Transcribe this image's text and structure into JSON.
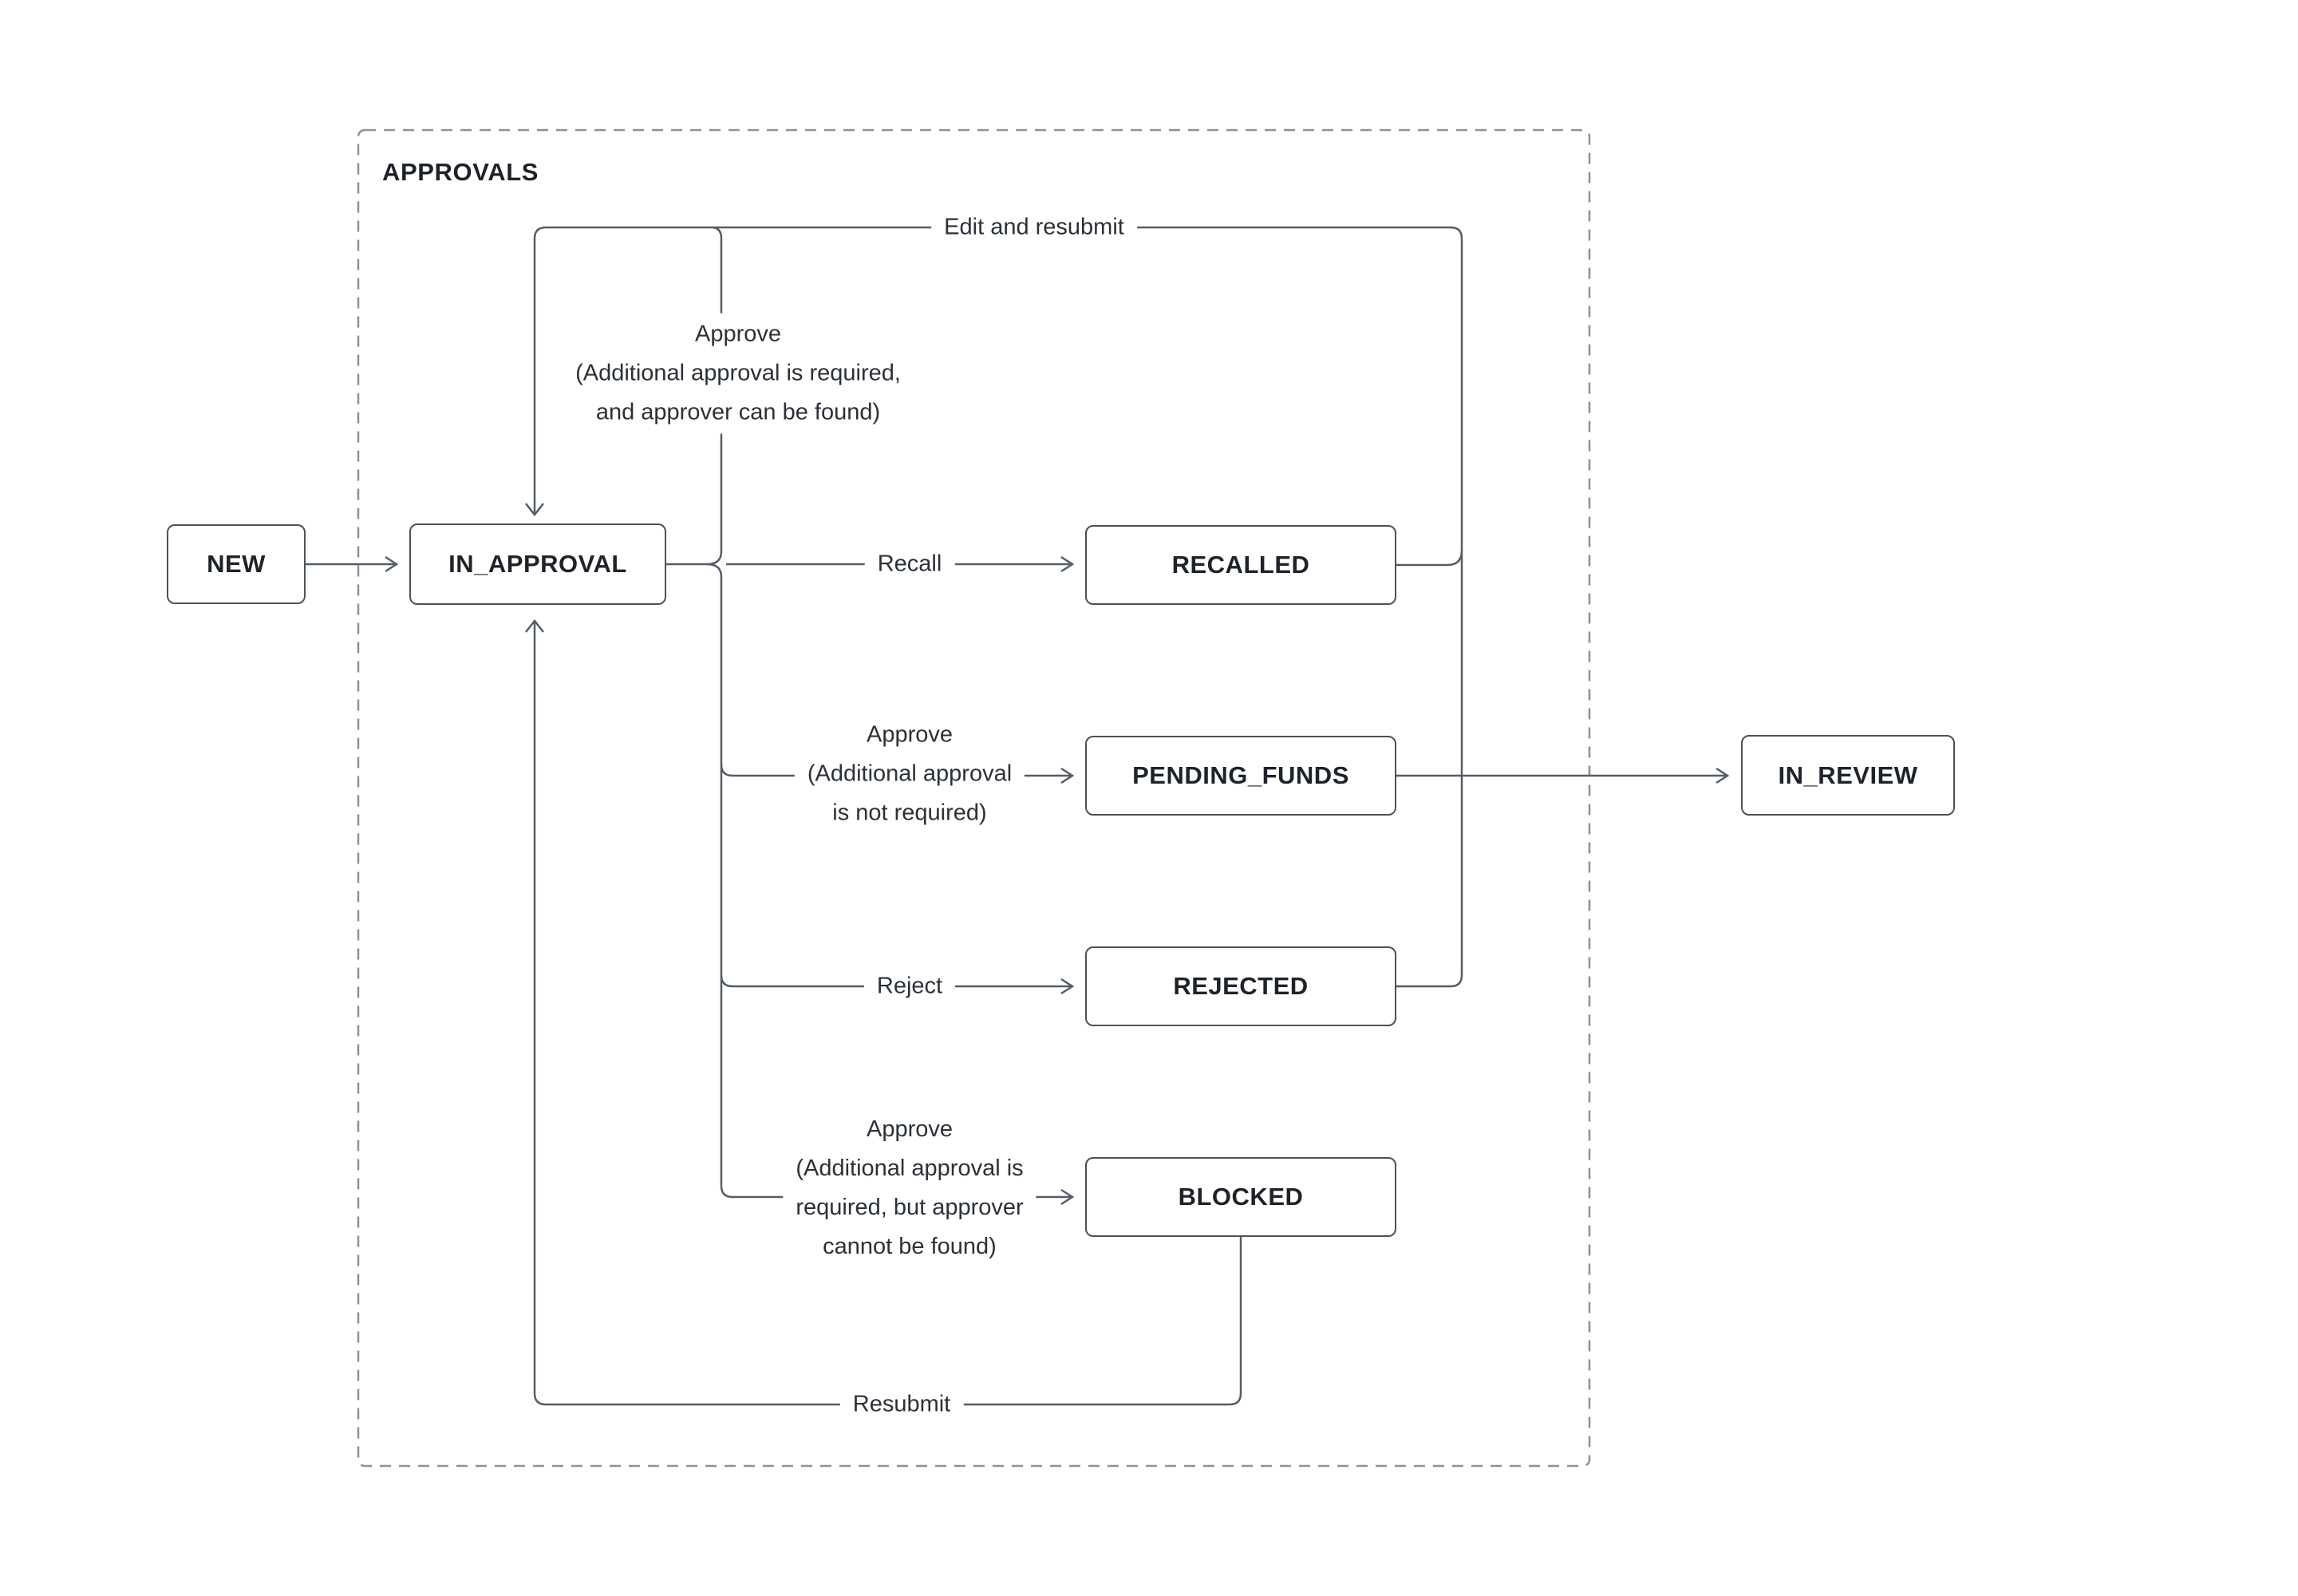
{
  "group": {
    "label": "APPROVALS"
  },
  "nodes": {
    "new": "NEW",
    "in_approval": "IN_APPROVAL",
    "recalled": "RECALLED",
    "pending_funds": "PENDING_FUNDS",
    "rejected": "REJECTED",
    "blocked": "BLOCKED",
    "in_review": "IN_REVIEW"
  },
  "transitions": {
    "edit_and_resubmit": "Edit and resubmit",
    "approve_loop": [
      "Approve",
      "(Additional approval is required,",
      "and approver can be found)"
    ],
    "recall": "Recall",
    "approve_no_additional": [
      "Approve",
      "(Additional approval",
      "is not required)"
    ],
    "reject": "Reject",
    "approve_blocked": [
      "Approve",
      "(Additional approval is",
      "required, but approver",
      "cannot be found)"
    ],
    "resubmit": "Resubmit"
  },
  "colors": {
    "background": "#ffffff",
    "wire": "#555d66",
    "box_border": "#4a525a",
    "box_text": "#1e2329",
    "label_text": "#2b3138",
    "dashed_frame": "#8a919b"
  }
}
